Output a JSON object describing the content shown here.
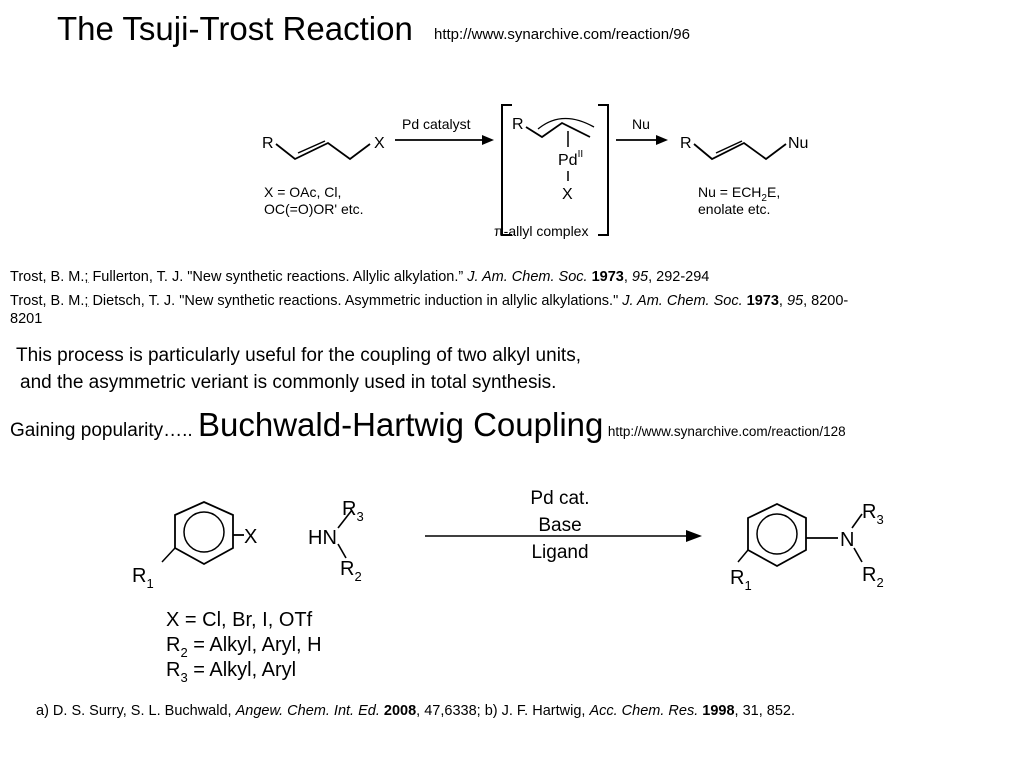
{
  "tsuji": {
    "title": "The Tsuji-Trost Reaction",
    "url": "http://www.synarchive.com/reaction/96",
    "scheme": {
      "reactant_r": "R",
      "reactant_x": "X",
      "arrow1_label": "Pd catalyst",
      "x_def_line1": "X = OAc, Cl,",
      "x_def_line2": "OC(=O)OR' etc.",
      "complex_r": "R",
      "complex_pd": "Pd",
      "complex_pd_ox": "II",
      "complex_x": "X",
      "complex_label": "π-allyl complex",
      "arrow2_label": "Nu",
      "product_r": "R",
      "product_nu": "Nu",
      "nu_def_line1_a": "Nu = ECH",
      "nu_def_line1_sub": "2",
      "nu_def_line1_b": "E,",
      "nu_def_line2": "enolate etc."
    },
    "refs": [
      {
        "authors_a": "Trost, B. M.",
        "sep": ";",
        "authors_b": " Fullerton, T. J. \"New synthetic reactions. Allylic alkylation.” ",
        "journal": "J. Am. Chem. Soc.",
        "year": "1973",
        "volume": "95",
        "pages": "292-294"
      },
      {
        "authors_a": "Trost, B. M.",
        "sep": ";",
        "authors_b": " Dietsch, T. J. \"New synthetic reactions. Asymmetric induction in allylic alkylations.\" ",
        "journal": "J. Am. Chem. Soc.",
        "year": "1973",
        "volume": "95",
        "pages_a": "8200-",
        "pages_b": "8201"
      }
    ],
    "body_line1": "This process is particularly useful for the coupling of two alkyl units,",
    "body_line2": "and the asymmetric veriant is commonly used in total synthesis."
  },
  "buchwald": {
    "lead": "Gaining popularity….. ",
    "title": "Buchwald-Hartwig Coupling",
    "url": "http://www.synarchive.com/reaction/128",
    "scheme": {
      "aryl_x": "X",
      "r1": "R",
      "r1_sub": "1",
      "hn": "HN",
      "r3": "R",
      "r3_sub": "3",
      "r2": "R",
      "r2_sub": "2",
      "cond1": "Pd cat.",
      "cond2": "Base",
      "cond3": "Ligand",
      "prod_n": "N",
      "prod_r3": "R",
      "prod_r3_sub": "3",
      "prod_r2": "R",
      "prod_r2_sub": "2",
      "prod_r1": "R",
      "prod_r1_sub": "1",
      "def_x": "X = Cl, Br, I, OTf",
      "def_r2_a": "R",
      "def_r2_sub": "2",
      "def_r2_b": " = Alkyl, Aryl, H",
      "def_r3_a": "R",
      "def_r3_sub": "3",
      "def_r3_b": " = Alkyl, Aryl"
    },
    "cite": {
      "part_a": "a) D. S. Surry, S. L. Buchwald, ",
      "journal_a": "Angew. Chem. Int. Ed.",
      "year_a": "2008",
      "rest_a": ", 47,6338; b) J. F. Hartwig, ",
      "journal_b": "Acc. Chem. Res.",
      "year_b": "1998",
      "rest_b": ", 31, 852."
    }
  }
}
